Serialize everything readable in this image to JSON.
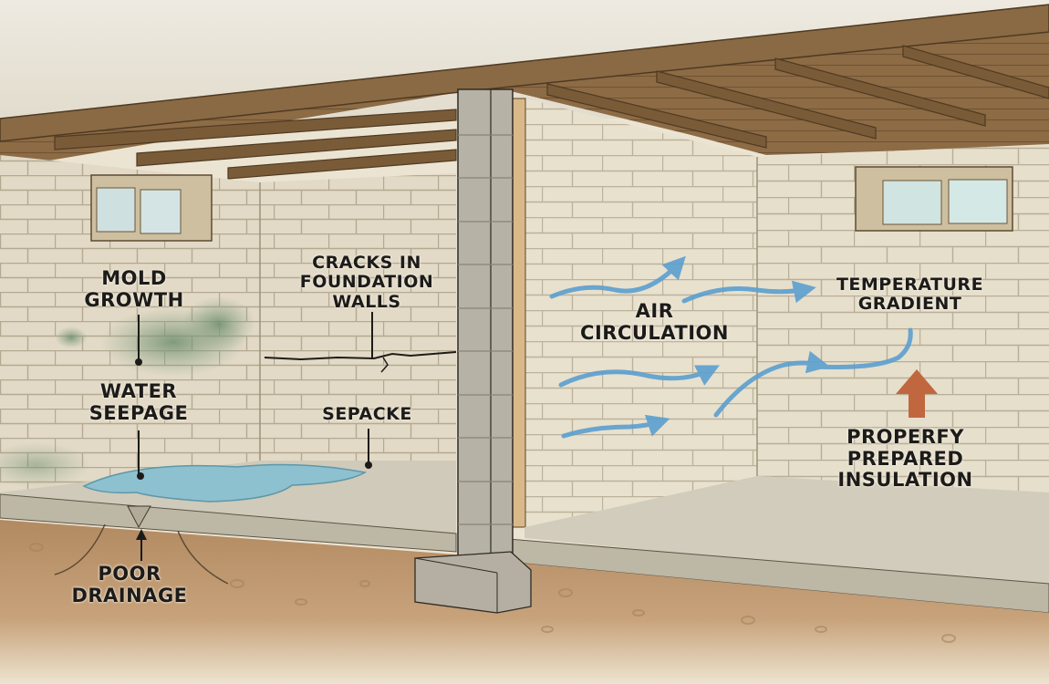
{
  "diagram": {
    "subject": "Basement moisture and insulation problems cross-section",
    "labels": {
      "mold_growth": [
        "MOLD",
        "GROWTH"
      ],
      "water_seepage": [
        "WATER",
        "SEEPAGE"
      ],
      "cracks": [
        "CRACKS IN",
        "FOUNDATION",
        "WALLS"
      ],
      "sepacke": [
        "SEPACKE"
      ],
      "air_circulation": [
        "AIR",
        "CIRCULATION"
      ],
      "temperature_gradient": [
        "TEMPERATURE",
        "GRADIENT"
      ],
      "insulation": [
        "PROPERFY",
        "PREPARED",
        "INSULATION"
      ],
      "poor_drainage": [
        "POOR",
        "DRAINAGE"
      ]
    },
    "elements": {
      "windows": 2,
      "air_flow_arrows": 6,
      "heat_arrow": "up",
      "support_column": "concrete block column",
      "footing": "concrete footing block"
    },
    "colors": {
      "wall": "#e4dcc8",
      "wall_mortar": "#b9ae97",
      "ceiling_wood": "#8a6a44",
      "joist": "#6e5233",
      "floor": "#cfcab9",
      "soil": "#b8916a",
      "water": "#7fb6c7",
      "mold": "#7f9a7c",
      "air_arrow": "#5b9fd0",
      "heat_arrow": "#c0673f",
      "text": "#1c1b19"
    }
  }
}
